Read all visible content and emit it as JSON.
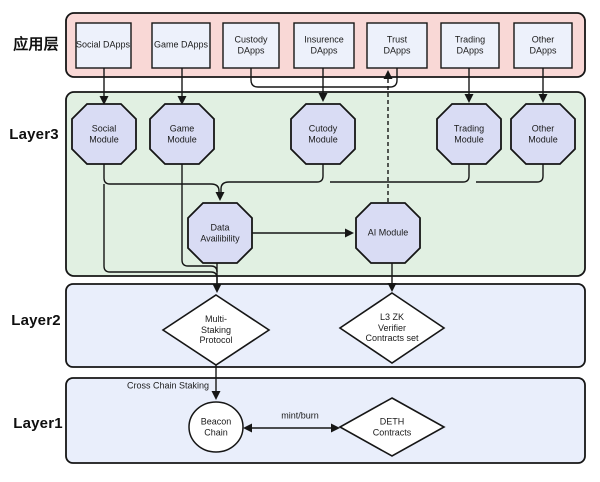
{
  "layers": {
    "app": {
      "label": "应用层"
    },
    "layer3": {
      "label": "Layer3"
    },
    "layer2": {
      "label": "Layer2"
    },
    "layer1": {
      "label": "Layer1"
    }
  },
  "app_layer": {
    "dapps": {
      "social": "Social DApps",
      "game": "Game DApps",
      "custody": "Custody\nDApps",
      "insurence": "Insurence\nDApps",
      "trust": "Trust\nDApps",
      "trading": "Trading\nDApps",
      "other": "Other\nDApps"
    }
  },
  "layer3": {
    "modules": {
      "social": "Social\nModule",
      "game": "Game\nModule",
      "cutody": "Cutody\nModule",
      "trading": "Trading\nModule",
      "other": "Other\nModule",
      "data_availability": "Data\nAvailibility",
      "ai": "AI Module"
    }
  },
  "layer2": {
    "multi_staking": "Multi-\nStaking\nProtocol",
    "l3_zk": "L3 ZK\nVerifier\nContracts set"
  },
  "layer1": {
    "beacon": "Beacon\nChain",
    "deth": "DETH\nContracts"
  },
  "edge_labels": {
    "cross_chain_staking": "Cross Chain Staking",
    "mint_burn": "mint/burn"
  },
  "colors": {
    "app_bg": "#f9d8d6",
    "layer3_bg": "#e1f0e2",
    "layer_bg": "#e9eefb",
    "dapp_box": "#edf1fb",
    "octagon": "#d9dcf4",
    "white": "#ffffff",
    "line": "#161616"
  }
}
